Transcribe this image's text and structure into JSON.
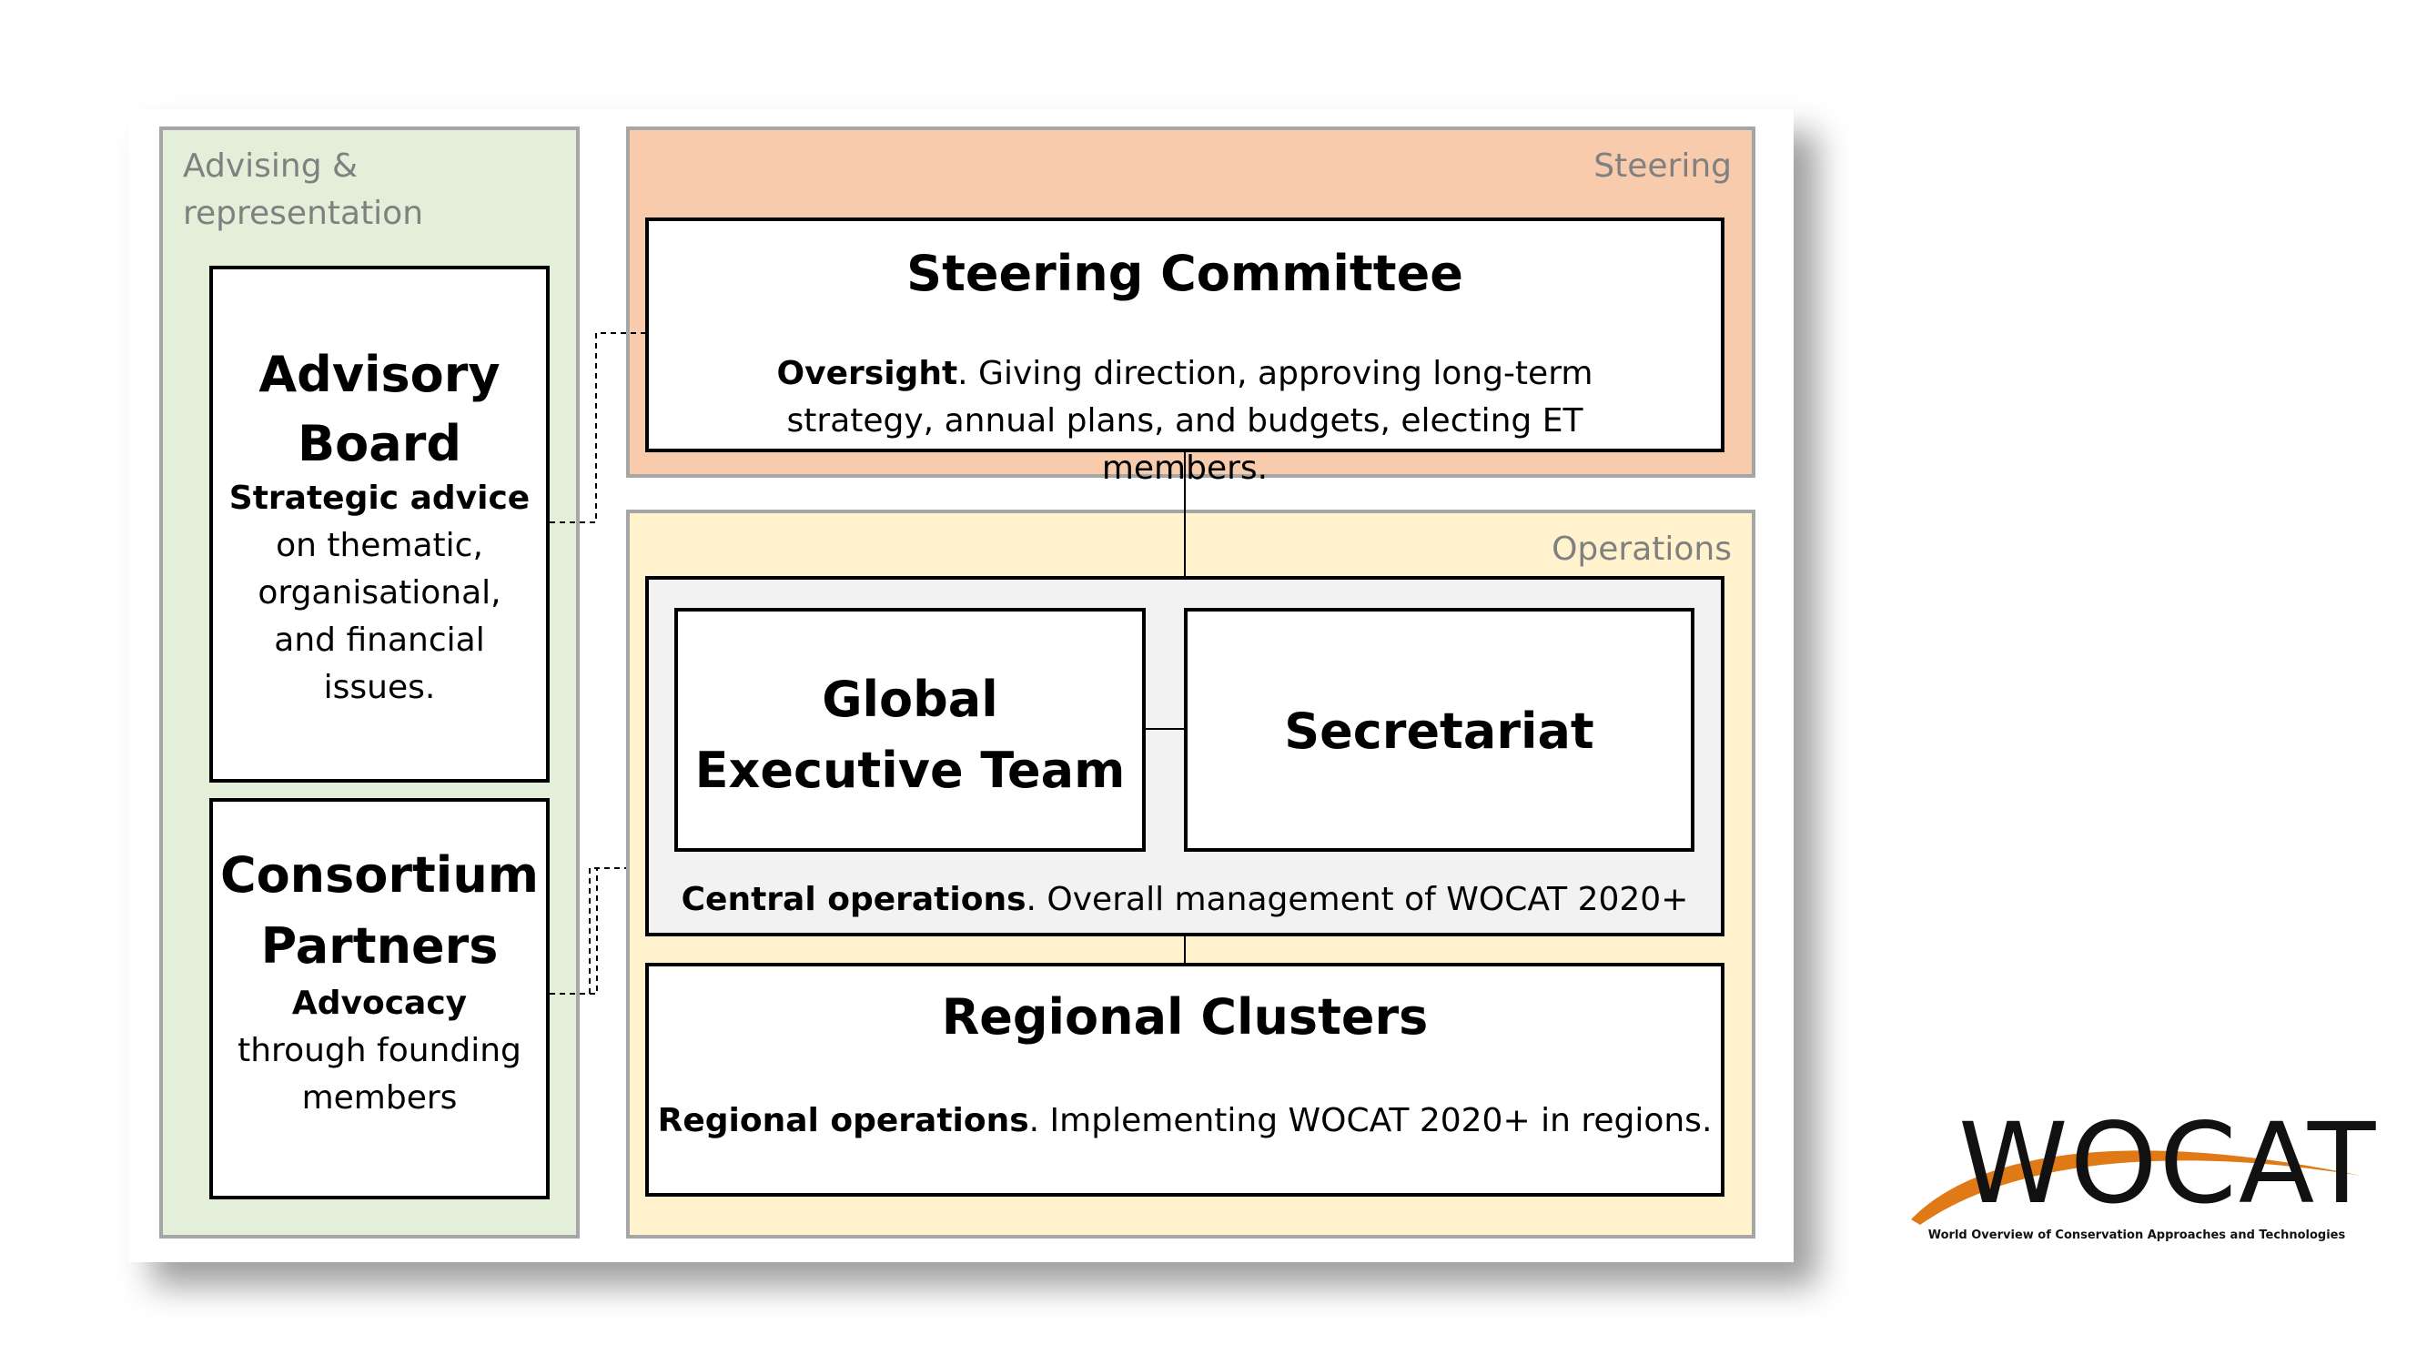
{
  "zones": {
    "advising": "Advising &\nrepresentation",
    "steering": "Steering",
    "operations": "Operations"
  },
  "advisory_board": {
    "title_line1": "Advisory",
    "title_line2": "Board",
    "desc_bold": "Strategic advice",
    "desc_lines": [
      "on thematic,",
      "organisational,",
      "and financial",
      "issues."
    ]
  },
  "consortium": {
    "title_line1": "Consortium",
    "title_line2": "Partners",
    "desc_bold": "Advocacy",
    "desc_lines": [
      "through founding",
      "members"
    ]
  },
  "steering_committee": {
    "title": "Steering Committee",
    "desc_bold": "Oversight",
    "desc_rest": ". Giving direction, approving long-term strategy, annual plans, and budgets, electing ET members."
  },
  "global_executive_team": {
    "title_line1": "Global",
    "title_line2": "Executive Team"
  },
  "secretariat": {
    "title": "Secretariat"
  },
  "central_operations": {
    "desc_bold": "Central operations",
    "desc_rest": ". Overall management of WOCAT 2020+"
  },
  "regional_clusters": {
    "title": "Regional Clusters",
    "desc_bold": "Regional operations",
    "desc_rest": ". Implementing WOCAT 2020+ in regions."
  },
  "logo": {
    "wordmark": "WOCAT",
    "subtitle": "World Overview of Conservation Approaches and Technologies",
    "swoosh_color": "#e07a17"
  },
  "colors": {
    "advising_zone": "#e3efd9",
    "steering_zone": "#f8cbad",
    "operations_zone": "#fff2cc",
    "central_box": "#f2f2f2"
  }
}
